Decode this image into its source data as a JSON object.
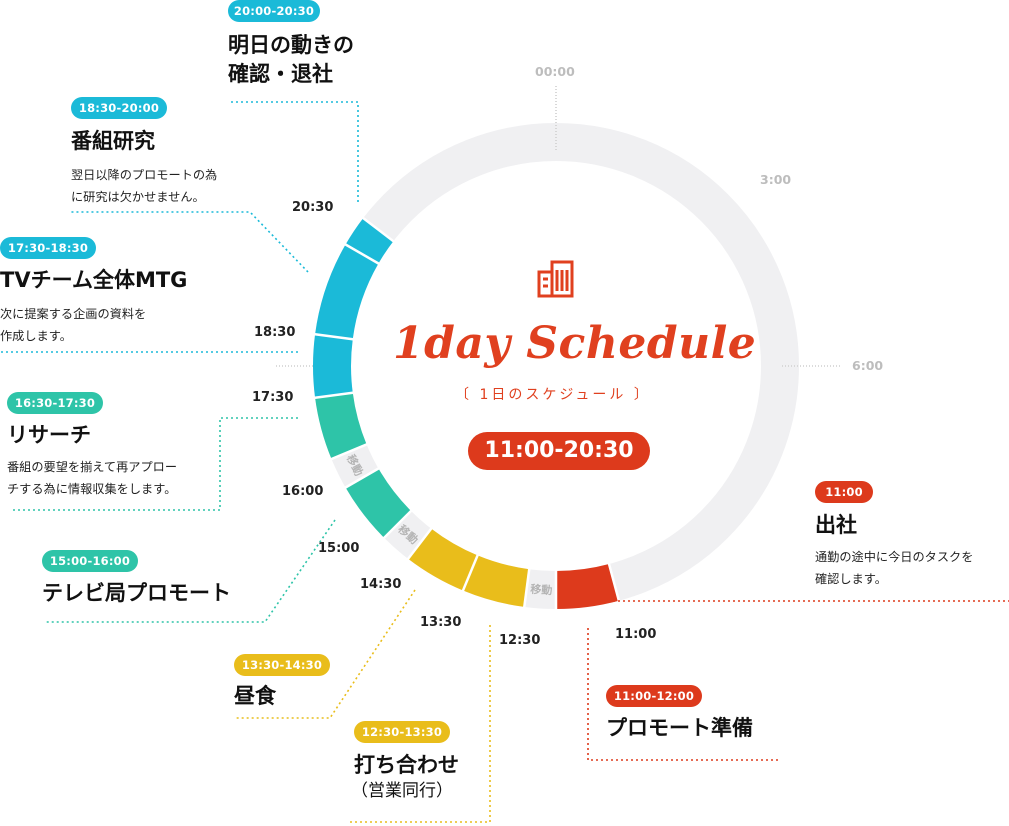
{
  "center": {
    "title": "1day Schedule",
    "subtitle": "〔 1日のスケジュール 〕",
    "time_range": "11:00-20:30",
    "icon": "building-icon"
  },
  "hour_labels": [
    "00:00",
    "3:00",
    "6:00"
  ],
  "time_labels": [
    "11:00",
    "12:30",
    "13:30",
    "14:30",
    "15:00",
    "16:00",
    "17:30",
    "18:30",
    "20:30"
  ],
  "move_label": "移動",
  "events": [
    {
      "time": "11:00",
      "title": "出社",
      "desc": [
        "通勤の途中に今日のタスクを",
        "確認します。"
      ],
      "color": "#dd3a1c"
    },
    {
      "time": "11:00-12:00",
      "title": "プロモート準備",
      "desc": [],
      "color": "#dd3a1c"
    },
    {
      "time": "12:30-13:30",
      "title": "打ち合わせ",
      "title2": "（営業同行）",
      "desc": [],
      "color": "#e9bd1b"
    },
    {
      "time": "13:30-14:30",
      "title": "昼食",
      "desc": [],
      "color": "#e9bd1b"
    },
    {
      "time": "15:00-16:00",
      "title": "テレビ局プロモート",
      "desc": [],
      "color": "#2ec4a8"
    },
    {
      "time": "16:30-17:30",
      "title": "リサーチ",
      "desc": [
        "番組の要望を揃えて再アプロー",
        "チする為に情報収集をします。"
      ],
      "color": "#2ec4a8"
    },
    {
      "time": "17:30-18:30",
      "title": "TVチーム全体MTG",
      "desc": [
        "次に提案する企画の資料を",
        "作成します。"
      ],
      "color": "#1bbad8"
    },
    {
      "time": "18:30-20:00",
      "title": "番組研究",
      "desc": [
        "翌日以降のプロモートの為",
        "に研究は欠かせません。"
      ],
      "color": "#1bbad8"
    },
    {
      "time": "20:00-20:30",
      "title": "明日の動きの",
      "title2": "確認・退社",
      "desc": [],
      "color": "#1bbad8"
    }
  ],
  "colors": {
    "red": "#dd3a1c",
    "yellow": "#e9bd1b",
    "teal": "#2ec4a8",
    "blue": "#1bbad8",
    "ring": "#f0f0f2"
  }
}
